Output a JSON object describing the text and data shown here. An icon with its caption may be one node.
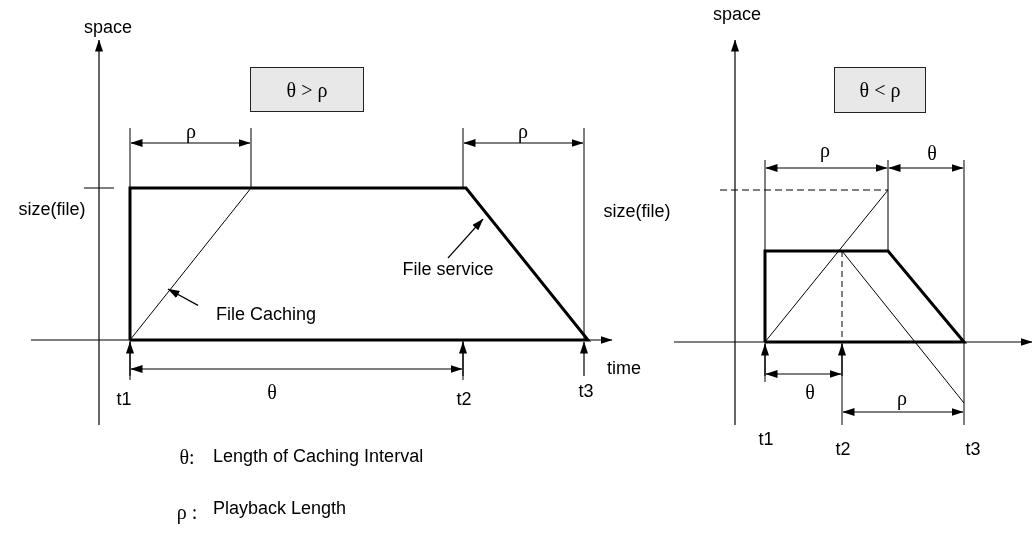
{
  "diagram": {
    "nodes": [
      {
        "text": [
          "θ > ρ"
        ]
      },
      {
        "text": [
          "File Caching"
        ]
      },
      {
        "text": [
          "File service"
        ]
      },
      {
        "text": [
          "θ < ρ"
        ]
      }
    ],
    "edges": [
      {
        "from": 1,
        "to": null,
        "arrow": "to"
      },
      {
        "from": 2,
        "to": null,
        "arrow": "to"
      }
    ],
    "labels": [
      "space",
      "size(file)",
      "ρ",
      "ρ",
      "time",
      "t1",
      "θ",
      "t2",
      "t3",
      "space",
      "size(file)",
      "ρ",
      "θ",
      "θ",
      "ρ",
      "t1",
      "t2",
      "t3",
      "θ:",
      "Length of Caching Interval",
      "ρ :",
      "Playback Length"
    ]
  }
}
